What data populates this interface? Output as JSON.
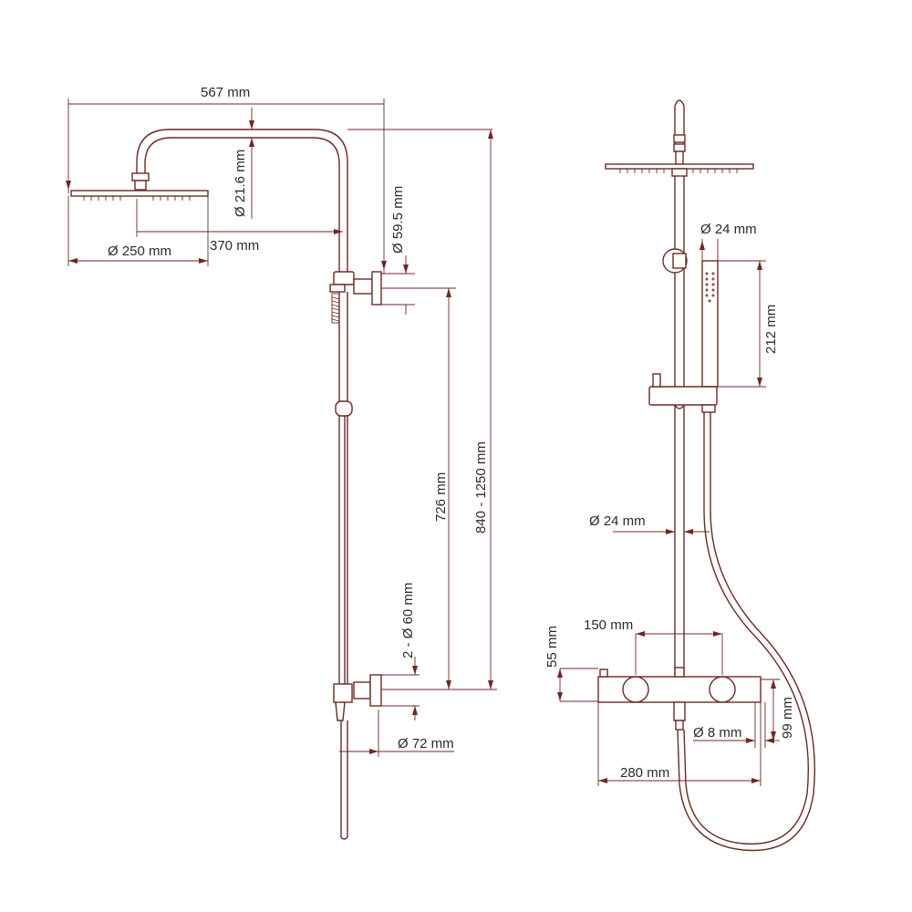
{
  "colors": {
    "line": "#6b2a24",
    "text": "#2a2a2a",
    "background": "#ffffff"
  },
  "left_view": {
    "dim_total_width": "567 mm",
    "dim_pipe_diameter": "Ø 21.6 mm",
    "dim_head_diameter": "Ø 250 mm",
    "dim_arm_length": "370 mm",
    "dim_flange_diameter": "Ø 59.5 mm",
    "dim_height_range": "840 - 1250 mm",
    "dim_mount_distance": "726 mm",
    "dim_bracket_diameter": "2 - Ø 60 mm",
    "dim_offset": "Ø 72 mm"
  },
  "right_view": {
    "dim_hand_shower_diameter": "Ø 24 mm",
    "dim_hand_shower_length": "212 mm",
    "dim_rail_diameter": "Ø 24 mm",
    "dim_mixer_center": "150 mm",
    "dim_mixer_height": "55 mm",
    "dim_outlet_diameter": "Ø 8 mm",
    "dim_mixer_depth": "99 mm",
    "dim_mixer_width": "280 mm"
  }
}
